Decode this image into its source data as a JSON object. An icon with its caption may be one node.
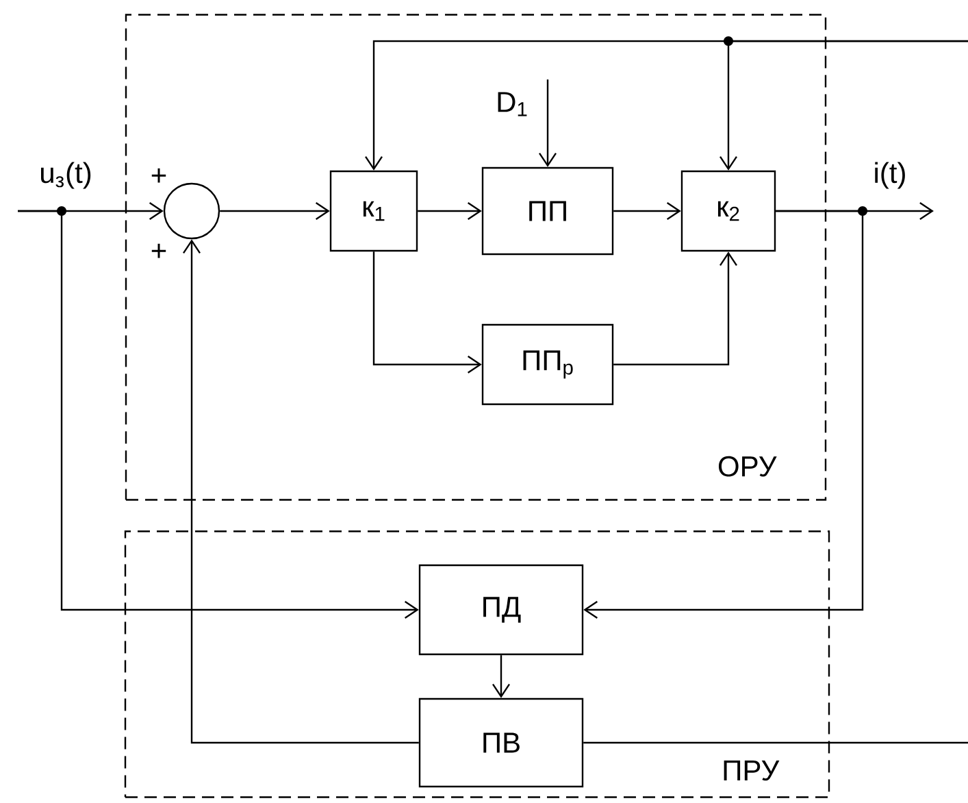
{
  "diagram": {
    "nodes": [
      {
        "text": [
          "ОРУ"
        ]
      },
      {
        "text": [],
        "shape": "circle",
        "in": 0
      },
      {
        "text": [
          "к$_{1}$"
        ],
        "in": 0
      },
      {
        "text": [
          "ПП"
        ],
        "in": 0
      },
      {
        "text": [
          "к$_{2}$"
        ],
        "in": 0
      },
      {
        "text": [
          "ПП$_{р}$"
        ],
        "in": 0
      },
      {
        "text": [
          "ПРУ"
        ]
      },
      {
        "text": [
          "ПД"
        ],
        "in": 6
      },
      {
        "text": [
          "ПВ"
        ],
        "in": 6
      }
    ],
    "edges": [
      {
        "from": null,
        "to": 1,
        "arrow": "to",
        "label": "u$_{з}$(t)"
      },
      {
        "from": 1,
        "to": 2,
        "arrow": "to"
      },
      {
        "from": 2,
        "to": 3,
        "arrow": "to"
      },
      {
        "from": 3,
        "to": 4,
        "arrow": "to"
      },
      {
        "from": 4,
        "to": null,
        "arrow": "to",
        "label": "i(t)"
      },
      {
        "from": null,
        "to": 3,
        "arrow": "to",
        "label": "D$_{1}$"
      },
      {
        "from": 2,
        "to": 5,
        "arrow": "to"
      },
      {
        "from": 5,
        "to": 4,
        "arrow": "to"
      },
      {
        "from": null,
        "to": 2,
        "arrow": "to"
      },
      {
        "from": null,
        "to": 4,
        "arrow": "to"
      },
      {
        "from": null,
        "to": 7,
        "arrow": "to"
      },
      {
        "from": 4,
        "to": 7,
        "arrow": "to"
      },
      {
        "from": 7,
        "to": 8,
        "arrow": "to"
      },
      {
        "from": 8,
        "to": 1,
        "arrow": "to"
      },
      {
        "from": 8,
        "to": null,
        "arrow": "none"
      }
    ],
    "labels": [
      "+",
      "+"
    ]
  }
}
